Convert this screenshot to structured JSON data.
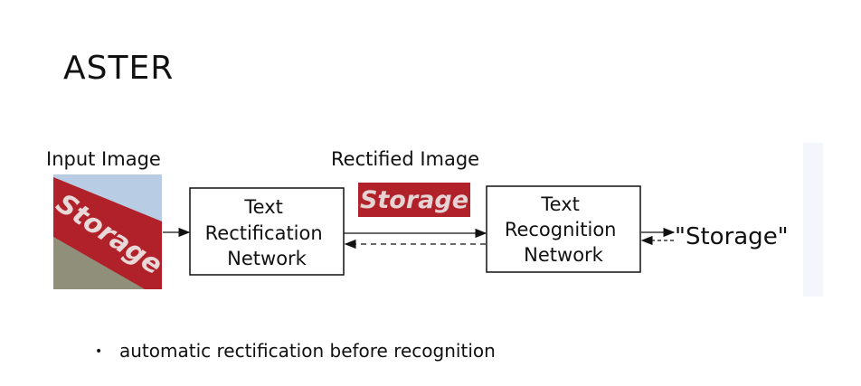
{
  "title": "ASTER",
  "diagram": {
    "input_label": "Input Image",
    "input_image_text": "Storage",
    "rectifier_lines": [
      "Text",
      "Rectification",
      "Network"
    ],
    "rectified_label": "Rectified Image",
    "rectified_image_text": "Storage",
    "recognizer_lines": [
      "Text",
      "Recognition",
      "Network"
    ],
    "output_text": "\"Storage\"",
    "colors": {
      "sign_red": "#b1212a",
      "sky_blue": "#b8cce3",
      "wall_gray": "#9c9c86"
    }
  },
  "bullet": {
    "text": "automatic rectification before recognition"
  }
}
